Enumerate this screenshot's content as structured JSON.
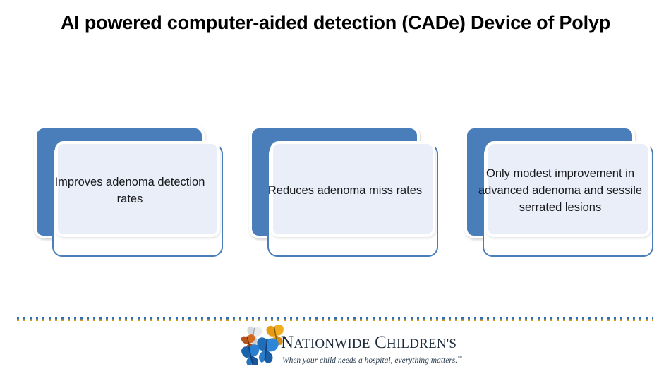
{
  "slide": {
    "title": "AI powered computer-aided detection (CADe) Device of Polyp",
    "background_color": "#ffffff"
  },
  "cards": [
    {
      "id": "improves-adenoma-detection-rates",
      "text": "Improves adenoma detection rates",
      "back_color": "#4a7ebb",
      "panel_color": "#eaeef8",
      "border_color": "#4a7ebb"
    },
    {
      "id": "reduces-adenoma-miss-rates",
      "text": "Reduces adenoma miss rates",
      "back_color": "#4a7ebb",
      "panel_color": "#eaeef8",
      "border_color": "#4a7ebb"
    },
    {
      "id": "only-modest-improvement",
      "text": "Only modest improvement in advanced adenoma and sessile serrated lesions",
      "back_color": "#4a7ebb",
      "panel_color": "#eaeef8",
      "border_color": "#4a7ebb"
    }
  ],
  "footer": {
    "divider": {
      "style": "dotted",
      "colors": [
        "#2f6fb5",
        "#d99b1c"
      ]
    },
    "logo": {
      "icon": "butterflies-icon",
      "wordmark_part1_cap": "N",
      "wordmark_part1_rest": "ATIONWIDE",
      "wordmark_part2_cap": "C",
      "wordmark_part2_rest": "HILDREN'S",
      "tagline": "When your child needs a hospital, everything matters.",
      "tagline_mark": "™",
      "butterfly_colors": [
        "#e8a317",
        "#d9dde2",
        "#d2691e",
        "#2f7fd0",
        "#1f6cb8"
      ]
    }
  }
}
